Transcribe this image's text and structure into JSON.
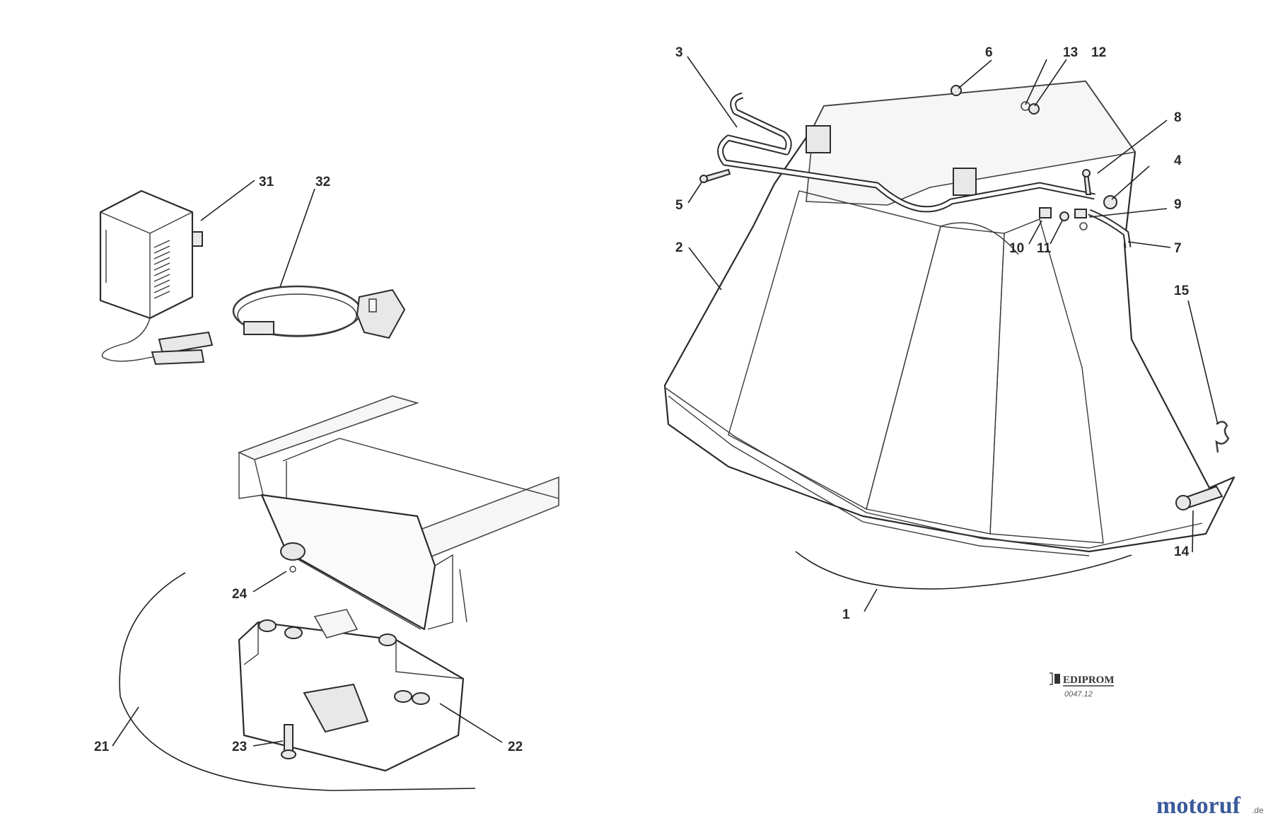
{
  "callouts": {
    "c1": "1",
    "c2": "2",
    "c3": "3",
    "c4": "4",
    "c5": "5",
    "c6": "6",
    "c7": "7",
    "c8": "8",
    "c9": "9",
    "c10": "10",
    "c11": "11",
    "c12": "12",
    "c13": "13",
    "c14": "14",
    "c15": "15",
    "c21": "21",
    "c22": "22",
    "c23": "23",
    "c24": "24",
    "c31": "31",
    "c32": "32"
  },
  "stamp": {
    "brand": "EDIPROM",
    "code": "0047.12"
  },
  "watermark": {
    "part1": "motoruf",
    "suffix": ".de",
    "color1": "#3a5a9a",
    "color2": "#c89a2a"
  }
}
